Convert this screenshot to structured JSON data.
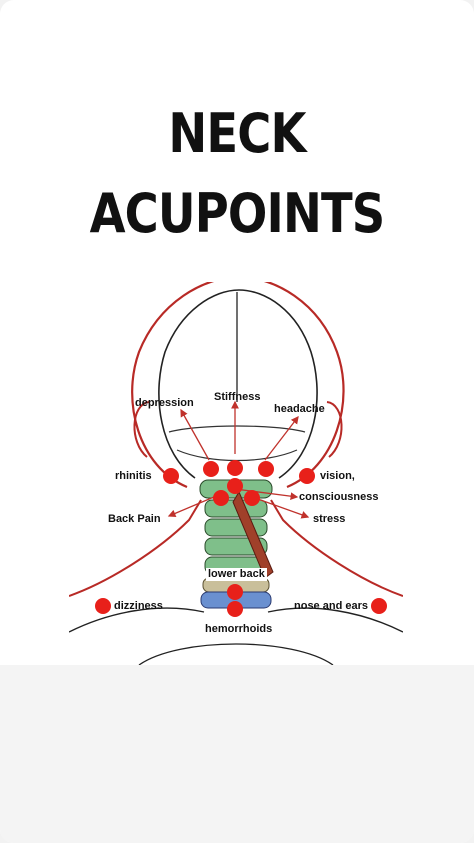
{
  "title": {
    "line1": "NECK",
    "line2": "ACUPOINTS"
  },
  "colors": {
    "point": "#e8201a",
    "arrow": "#c0322c",
    "outline": "#b82a26",
    "vertebra_green": "#7fbf8a",
    "vertebra_tan": "#c9bf9a",
    "vertebra_blue": "#6a90d0",
    "muscle": "#a0402a"
  },
  "labels": {
    "depression": "depression",
    "stiffness": "Stiffness",
    "headache": "headache",
    "rhinitis": "rhinitis",
    "vision": "vision,",
    "consciousness": "consciousness",
    "back_pain": "Back Pain",
    "stress": "stress",
    "lower_back": "lower back",
    "dizziness": "dizziness",
    "nose_and_ears": "nose and ears",
    "hemorrhoids": "hemorrhoids"
  }
}
